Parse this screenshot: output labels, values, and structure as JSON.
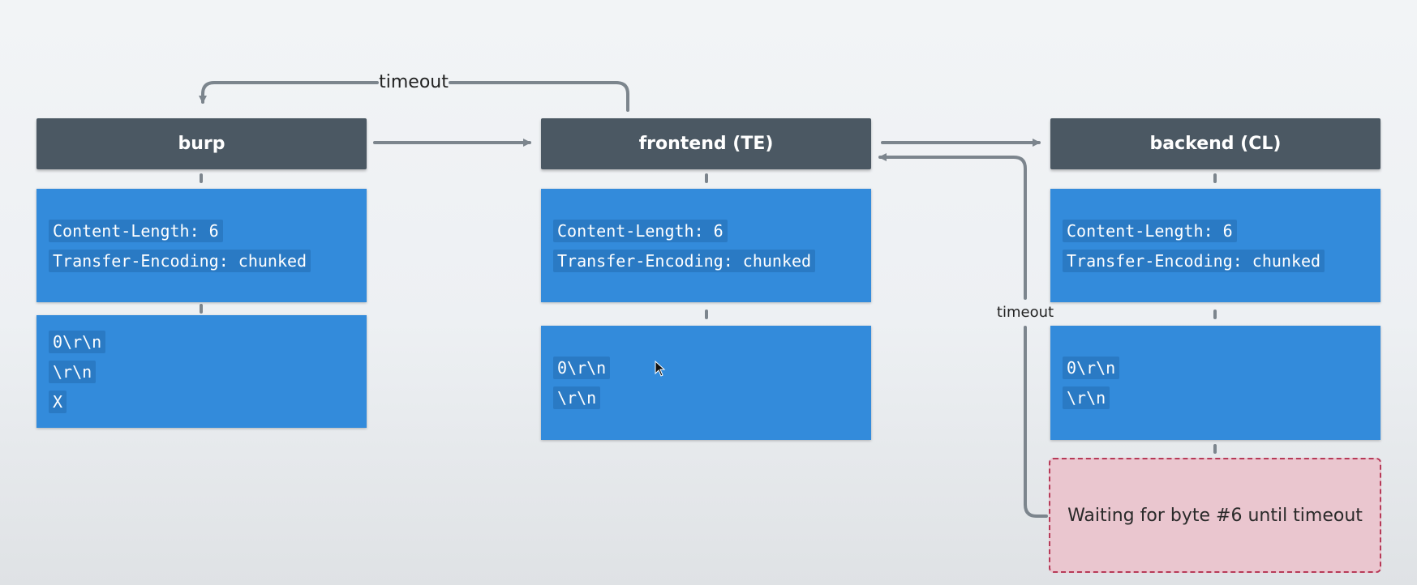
{
  "nodes": {
    "burp": "burp",
    "frontend": "frontend (TE)",
    "backend": "backend (CL)"
  },
  "headers": {
    "content_length": "Content-Length: 6",
    "transfer_encoding": "Transfer-Encoding: chunked"
  },
  "burp_body": [
    "0\\r\\n",
    "\\r\\n",
    "X"
  ],
  "frontend_body": [
    "0\\r\\n",
    "\\r\\n"
  ],
  "backend_body": [
    "0\\r\\n",
    "\\r\\n"
  ],
  "labels": {
    "top_timeout": "timeout",
    "side_timeout": "timeout"
  },
  "waiting_note": "Waiting for byte #6 until timeout",
  "colors": {
    "node": "#4b5863",
    "box": "#338bdb",
    "wait_fill": "#eac6cf",
    "wait_border": "#b73a58",
    "arrow": "#7c858d"
  }
}
